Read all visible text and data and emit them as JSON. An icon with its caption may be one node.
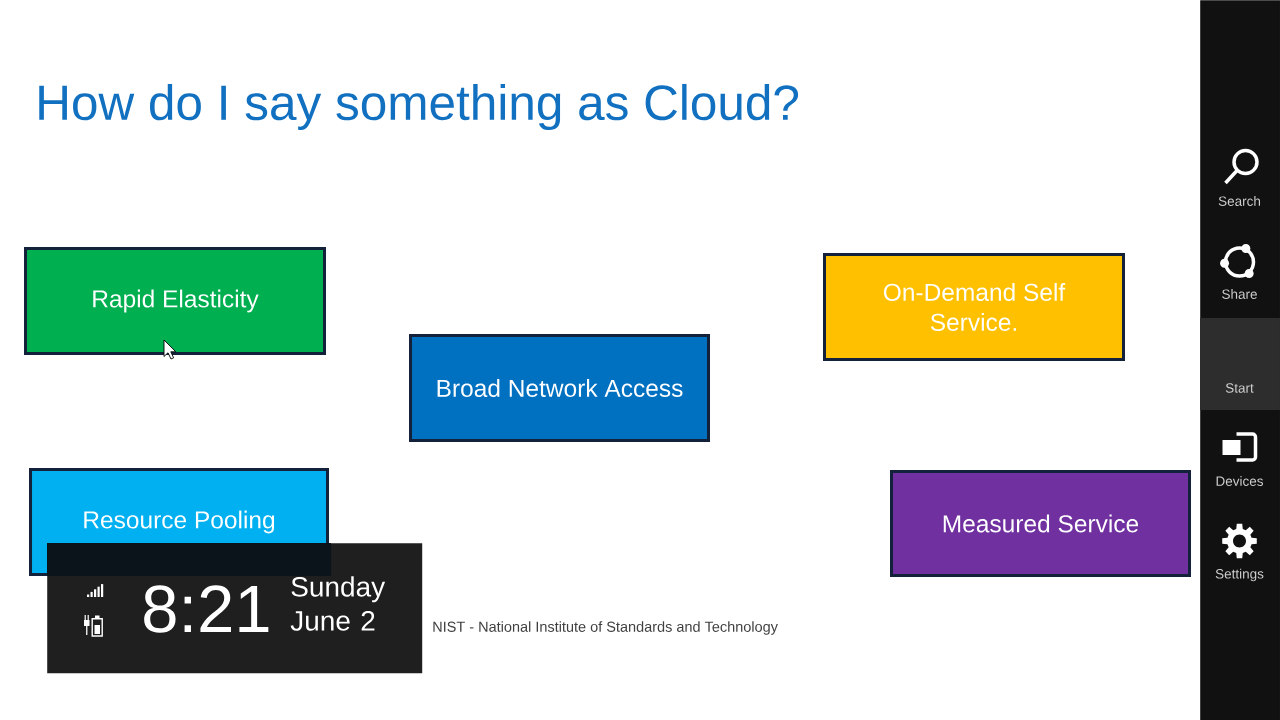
{
  "diagram": {
    "title": "How do I say something as Cloud?",
    "nodes": [
      {
        "text": [
          "Rapid Elasticity"
        ]
      },
      {
        "text": [
          "On-Demand Self Service."
        ]
      },
      {
        "text": [
          "Broad Network Access"
        ]
      },
      {
        "text": [
          "Resource Pooling"
        ]
      },
      {
        "text": [
          "Measured Service"
        ]
      },
      {
        "text": [
          "8:21",
          "Sunday June 2"
        ]
      },
      {
        "text": [
          "Search",
          "Share",
          "Start",
          "Devices",
          "Settings"
        ]
      }
    ],
    "labels": [
      "NIST - National Institute of Standards and Technology"
    ]
  }
}
